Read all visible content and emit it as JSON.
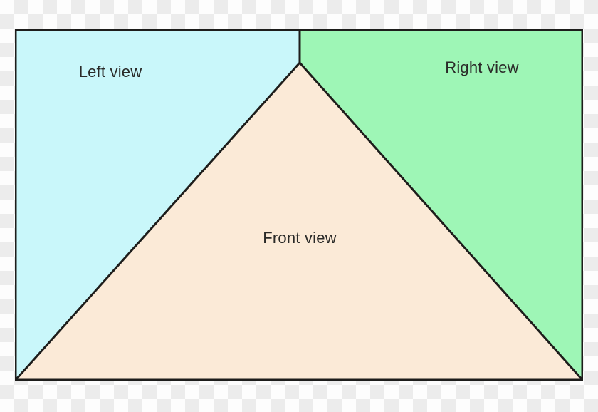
{
  "diagram": {
    "regions": [
      {
        "id": "left-view",
        "label": "Left view",
        "fill": "#c9f7fa"
      },
      {
        "id": "right-view",
        "label": "Right view",
        "fill": "#9ef6b6"
      },
      {
        "id": "front-view",
        "label": "Front view",
        "fill": "#fbead7"
      }
    ],
    "outline_color": "#1d1d1b",
    "label_color": "#2a2a28",
    "background": {
      "checker_light": "#fdfdfd",
      "checker_dark": "#ececec"
    }
  }
}
